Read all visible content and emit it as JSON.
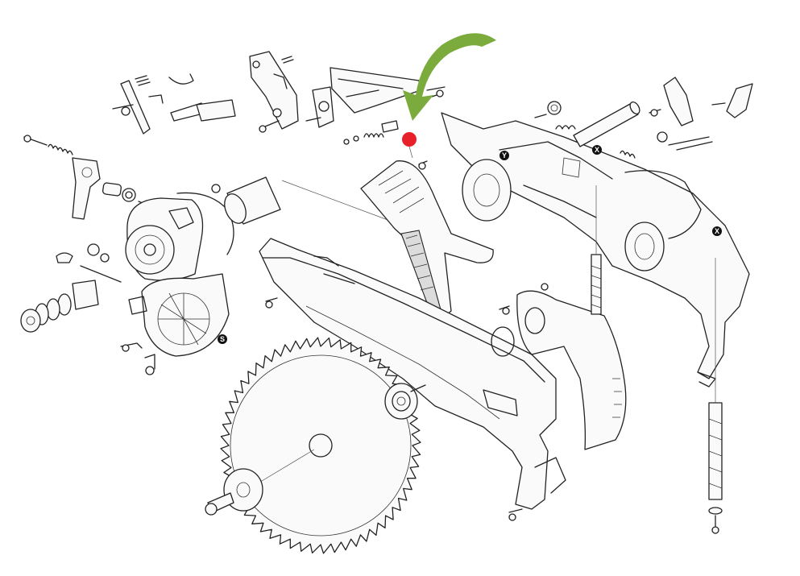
{
  "diagram": {
    "markers": [
      {
        "id": "marker-y",
        "label": "Y"
      },
      {
        "id": "marker-x-1",
        "label": "X"
      },
      {
        "id": "marker-x-2",
        "label": "X"
      },
      {
        "id": "marker-s",
        "label": "S"
      }
    ],
    "colors": {
      "line": "#222222",
      "highlight_dot": "#e8202a",
      "arrow": "#7aab3c",
      "marker_fill": "#111111"
    },
    "icons": [
      "exploded-parts-drawing",
      "green-curved-arrow",
      "red-dot"
    ]
  }
}
